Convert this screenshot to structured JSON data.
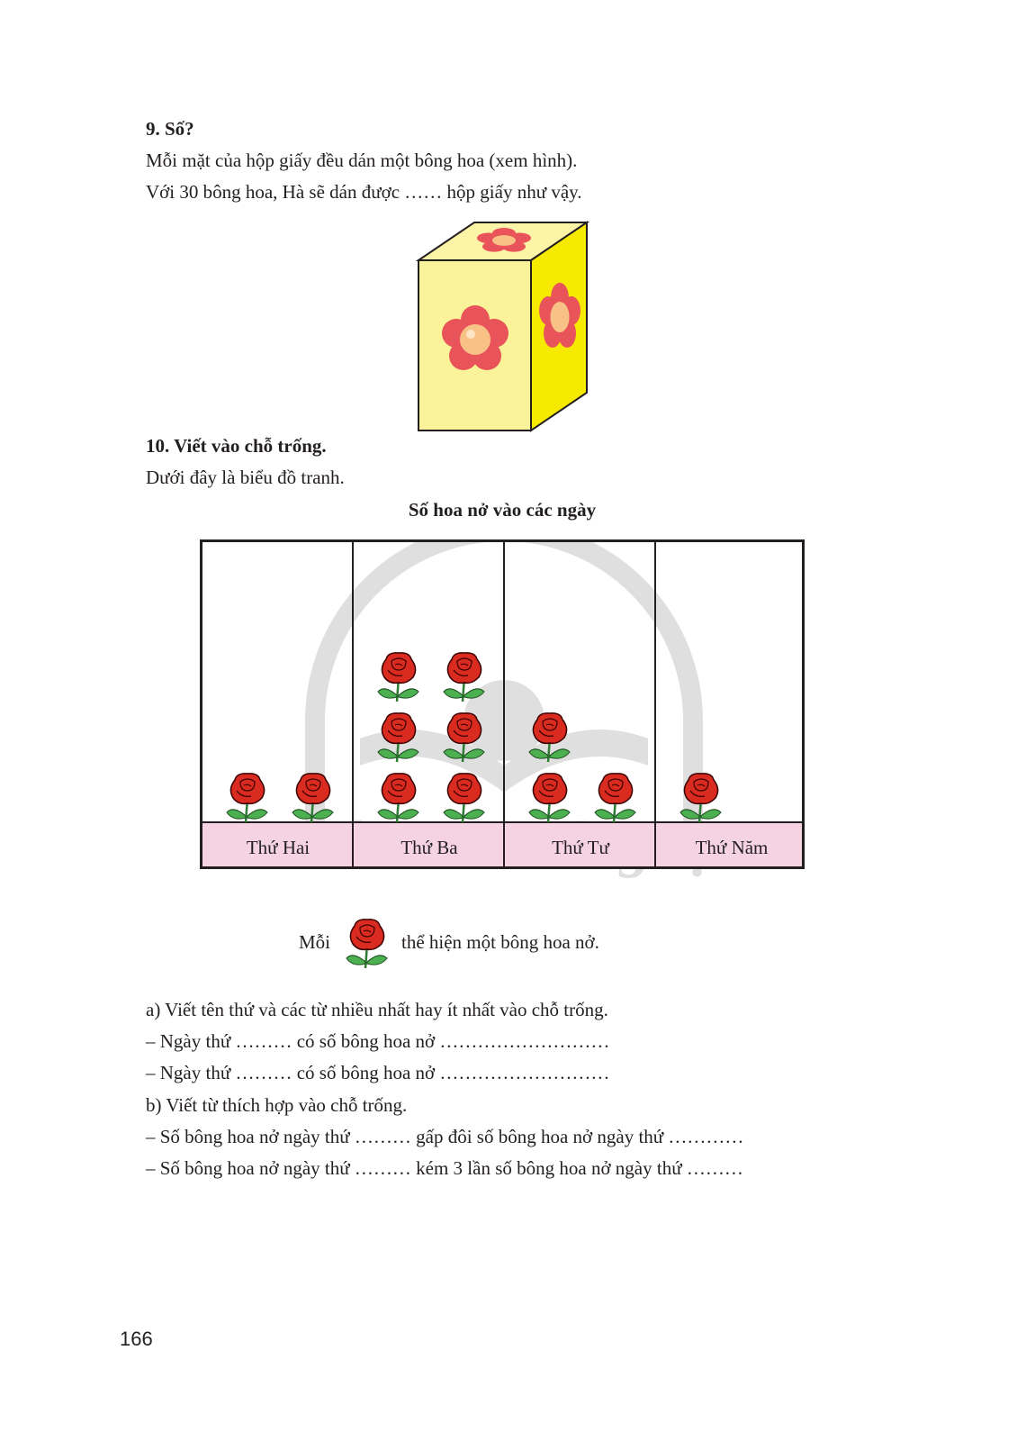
{
  "exercise9": {
    "title": "9. Số?",
    "line1": "Mỗi mặt của hộp giấy đều dán một bông hoa (xem hình).",
    "line2": "Với 30 bông hoa, Hà sẽ dán được …… hộp giấy như vậy."
  },
  "exercise10": {
    "title": "10. Viết vào chỗ trống.",
    "intro": "Dưới đây là biểu đồ tranh.",
    "legend_before": "Mỗi",
    "legend_after": "thể hiện một bông hoa nở.",
    "part_a": "a) Viết tên thứ và các từ nhiều nhất hay ít nhất vào chỗ trống.",
    "a_line1": "– Ngày thứ ……… có số bông hoa nở ………………………",
    "a_line2": "– Ngày thứ ……… có số bông hoa nở ………………………",
    "part_b": "b) Viết từ thích hợp vào chỗ trống.",
    "b_line1": "– Số bông hoa nở ngày thứ ……… gấp đôi số bông hoa nở ngày thứ …………",
    "b_line2": "– Số bông hoa nở ngày thứ ……… kém 3 lần số bông hoa nở ngày thứ ………"
  },
  "chart_data": {
    "type": "pictograph",
    "title": "Số hoa nở vào các ngày",
    "categories": [
      "Thứ Hai",
      "Thứ Ba",
      "Thứ Tư",
      "Thứ Năm"
    ],
    "values": [
      2,
      6,
      3,
      1
    ],
    "icon": "rose-icon",
    "label_band_color": "#f6d3e2"
  },
  "watermark": "Chân trời sáng tạo",
  "page_number": "166"
}
